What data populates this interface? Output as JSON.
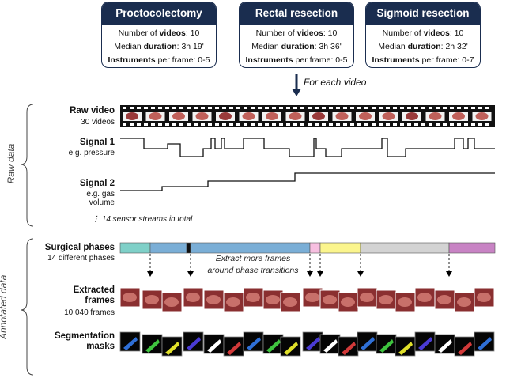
{
  "cards": [
    {
      "title": "Proctocolectomy",
      "videos_label": "Number of ",
      "videos_bold": "videos",
      "videos_value": ": 10",
      "dur_label": "Median ",
      "dur_bold": "duration",
      "dur_value": ": 3h 19'",
      "instr_bold": "Instruments",
      "instr_value": " per frame: 0-5"
    },
    {
      "title": "Rectal resection",
      "videos_label": "Number of ",
      "videos_bold": "videos",
      "videos_value": ": 10",
      "dur_label": "Median ",
      "dur_bold": "duration",
      "dur_value": ": 3h 36'",
      "instr_bold": "Instruments",
      "instr_value": " per frame: 0-5"
    },
    {
      "title": "Sigmoid resection",
      "videos_label": "Number of ",
      "videos_bold": "videos",
      "videos_value": ": 10",
      "dur_label": "Median ",
      "dur_bold": "duration",
      "dur_value": ": 2h 32'",
      "instr_bold": "Instruments",
      "instr_value": " per frame: 0-7"
    }
  ],
  "for_each_video": "For each video",
  "raw_data_label": "Raw data",
  "annotated_data_label": "Annotated data",
  "raw_video": {
    "label": "Raw video",
    "sub": "30 videos"
  },
  "signal1": {
    "label": "Signal 1",
    "sub": "e.g. pressure"
  },
  "signal2": {
    "label": "Signal 2",
    "sub": "e.g. gas volume"
  },
  "sensor_note": "14 sensor streams in total",
  "phases": {
    "label": "Surgical phases",
    "sub": "14 different phases",
    "colors": [
      "#7fd0c8",
      "#7aaed6",
      "#111111",
      "#7aaed6",
      "#f7bfe0",
      "#fbf58d",
      "#d3d3d3",
      "#c883c4"
    ]
  },
  "extract_note": "Extract more frames around phase transitions",
  "frames": {
    "label": "Extracted frames",
    "sub": "10,040 frames"
  },
  "masks": {
    "label": "Segmentation masks"
  }
}
